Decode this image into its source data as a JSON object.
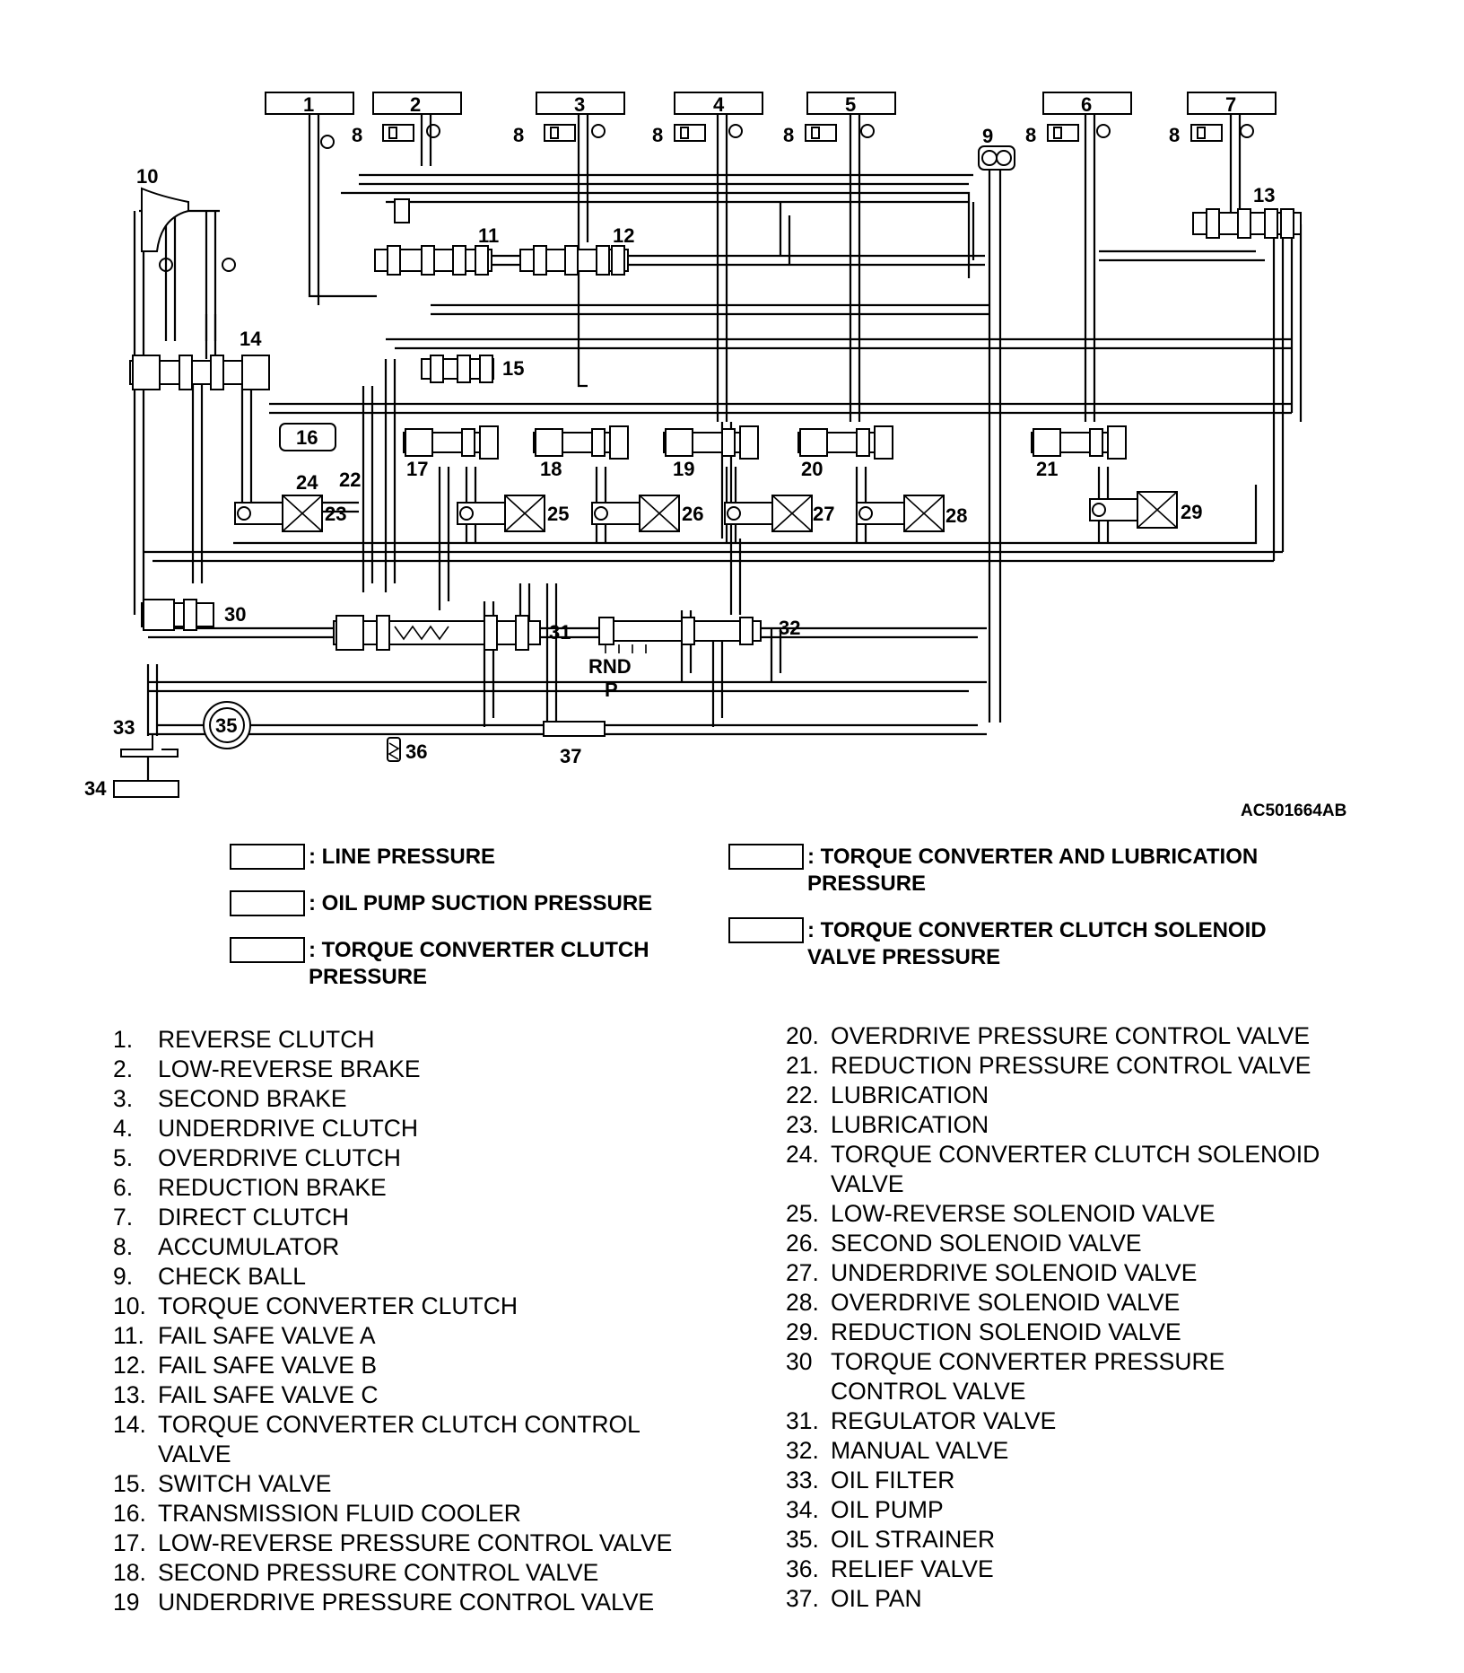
{
  "figure_code": "AC501664AB",
  "callouts": {
    "n1": "1",
    "n2": "2",
    "n3": "3",
    "n4": "4",
    "n5": "5",
    "n6": "6",
    "n7": "7",
    "n8": "8",
    "n9": "9",
    "n10": "10",
    "n11": "11",
    "n12": "12",
    "n13": "13",
    "n14": "14",
    "n15": "15",
    "n16": "16",
    "n17": "17",
    "n18": "18",
    "n19": "19",
    "n20": "20",
    "n21": "21",
    "n22": "22",
    "n23": "23",
    "n24": "24",
    "n25": "25",
    "n26": "26",
    "n27": "27",
    "n28": "28",
    "n29": "29",
    "n30": "30",
    "n31": "31",
    "n32": "32",
    "n33": "33",
    "n34": "34",
    "n35": "35",
    "n36": "36",
    "n37": "37",
    "manual_rnd": "RND",
    "manual_p": "P"
  },
  "legend": [
    {
      "text": ": LINE PRESSURE"
    },
    {
      "text": ": OIL PUMP SUCTION PRESSURE"
    },
    {
      "text": ": TORQUE CONVERTER CLUTCH\n  PRESSURE"
    },
    {
      "text": ": TORQUE CONVERTER AND LUBRICATION\n  PRESSURE"
    },
    {
      "text": ": TORQUE CONVERTER CLUTCH SOLENOID\n  VALVE PRESSURE"
    }
  ],
  "parts_left": [
    {
      "num": "1.",
      "name": "REVERSE CLUTCH"
    },
    {
      "num": "2.",
      "name": "LOW-REVERSE BRAKE"
    },
    {
      "num": "3.",
      "name": "SECOND BRAKE"
    },
    {
      "num": "4.",
      "name": "UNDERDRIVE CLUTCH"
    },
    {
      "num": "5.",
      "name": "OVERDRIVE CLUTCH"
    },
    {
      "num": "6.",
      "name": "REDUCTION BRAKE"
    },
    {
      "num": "7.",
      "name": "DIRECT CLUTCH"
    },
    {
      "num": "8.",
      "name": "ACCUMULATOR"
    },
    {
      "num": "9.",
      "name": "CHECK BALL"
    },
    {
      "num": "10.",
      "name": "TORQUE CONVERTER CLUTCH"
    },
    {
      "num": "11.",
      "name": "FAIL SAFE VALVE A"
    },
    {
      "num": "12.",
      "name": "FAIL SAFE VALVE B"
    },
    {
      "num": "13.",
      "name": "FAIL SAFE VALVE C"
    },
    {
      "num": "14.",
      "name": "TORQUE CONVERTER CLUTCH CONTROL"
    },
    {
      "num": "",
      "name": "VALVE"
    },
    {
      "num": "15.",
      "name": "SWITCH VALVE"
    },
    {
      "num": "16.",
      "name": "TRANSMISSION FLUID COOLER"
    },
    {
      "num": "17.",
      "name": "LOW-REVERSE PRESSURE CONTROL VALVE"
    },
    {
      "num": "18.",
      "name": "SECOND PRESSURE CONTROL VALVE"
    },
    {
      "num": "19",
      "name": "UNDERDRIVE PRESSURE CONTROL VALVE"
    }
  ],
  "parts_right": [
    {
      "num": "20.",
      "name": "OVERDRIVE PRESSURE CONTROL VALVE"
    },
    {
      "num": "21.",
      "name": "REDUCTION PRESSURE CONTROL VALVE"
    },
    {
      "num": "22.",
      "name": "LUBRICATION"
    },
    {
      "num": "23.",
      "name": "LUBRICATION"
    },
    {
      "num": "24.",
      "name": "TORQUE CONVERTER CLUTCH SOLENOID"
    },
    {
      "num": "",
      "name": "VALVE"
    },
    {
      "num": "25.",
      "name": "LOW-REVERSE SOLENOID VALVE"
    },
    {
      "num": "26.",
      "name": "SECOND SOLENOID VALVE"
    },
    {
      "num": "27.",
      "name": "UNDERDRIVE SOLENOID VALVE"
    },
    {
      "num": "28.",
      "name": "OVERDRIVE SOLENOID VALVE"
    },
    {
      "num": "29.",
      "name": "REDUCTION SOLENOID VALVE"
    },
    {
      "num": "30",
      "name": "TORQUE CONVERTER PRESSURE"
    },
    {
      "num": "",
      "name": "CONTROL VALVE"
    },
    {
      "num": "31.",
      "name": "REGULATOR VALVE"
    },
    {
      "num": "32.",
      "name": "MANUAL VALVE"
    },
    {
      "num": "33.",
      "name": "OIL FILTER"
    },
    {
      "num": "34.",
      "name": "OIL PUMP"
    },
    {
      "num": "35.",
      "name": "OIL STRAINER"
    },
    {
      "num": "36.",
      "name": "RELIEF VALVE"
    },
    {
      "num": "37.",
      "name": "OIL PAN"
    }
  ]
}
